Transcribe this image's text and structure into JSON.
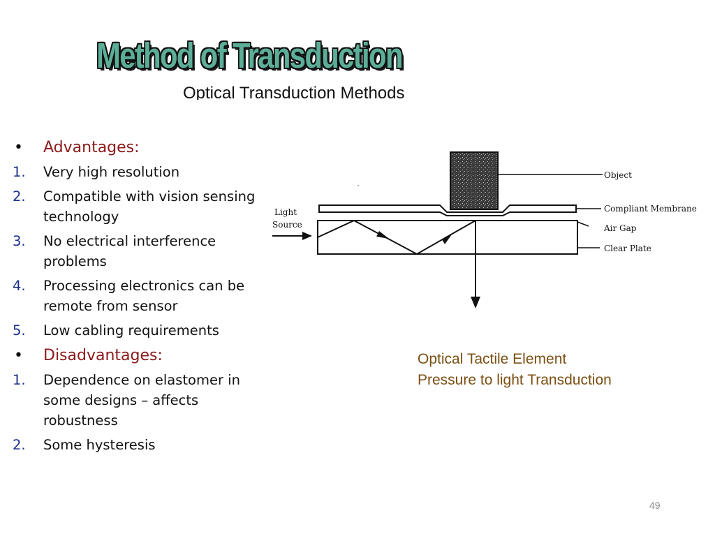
{
  "title": "Method of Transduction",
  "subtitle": "Optical Transduction Methods",
  "advantages": {
    "header": "Advantages:",
    "items": [
      {
        "num": "1.",
        "text": "Very high resolution"
      },
      {
        "num": "2.",
        "text": "Compatible with vision sensing technology"
      },
      {
        "num": "3.",
        "text": "No electrical interference problems"
      },
      {
        "num": "4.",
        "text": "Processing electronics can be remote from sensor"
      },
      {
        "num": "5.",
        "text": "Low cabling requirements"
      }
    ]
  },
  "disadvantages": {
    "header": "Disadvantages:",
    "items": [
      {
        "num": "1.",
        "text": "Dependence on elastomer in some designs – affects robustness"
      },
      {
        "num": "2.",
        "text": "Some hysteresis"
      }
    ]
  },
  "bullet": "•",
  "diagram": {
    "labels": {
      "light": "Light",
      "source": "Source",
      "object": "Object",
      "membrane": "Compliant Membrane",
      "air_gap": "Air Gap",
      "clear_plate": "Clear Plate"
    }
  },
  "caption": {
    "line1": "Optical Tactile Element",
    "line2": "Pressure to light Transduction"
  },
  "page_number": "49",
  "colors": {
    "header_red": "#8b1a1a",
    "number_blue": "#1c2f8c",
    "caption_brown": "#7a4f12",
    "title_green": "#5cae98"
  }
}
